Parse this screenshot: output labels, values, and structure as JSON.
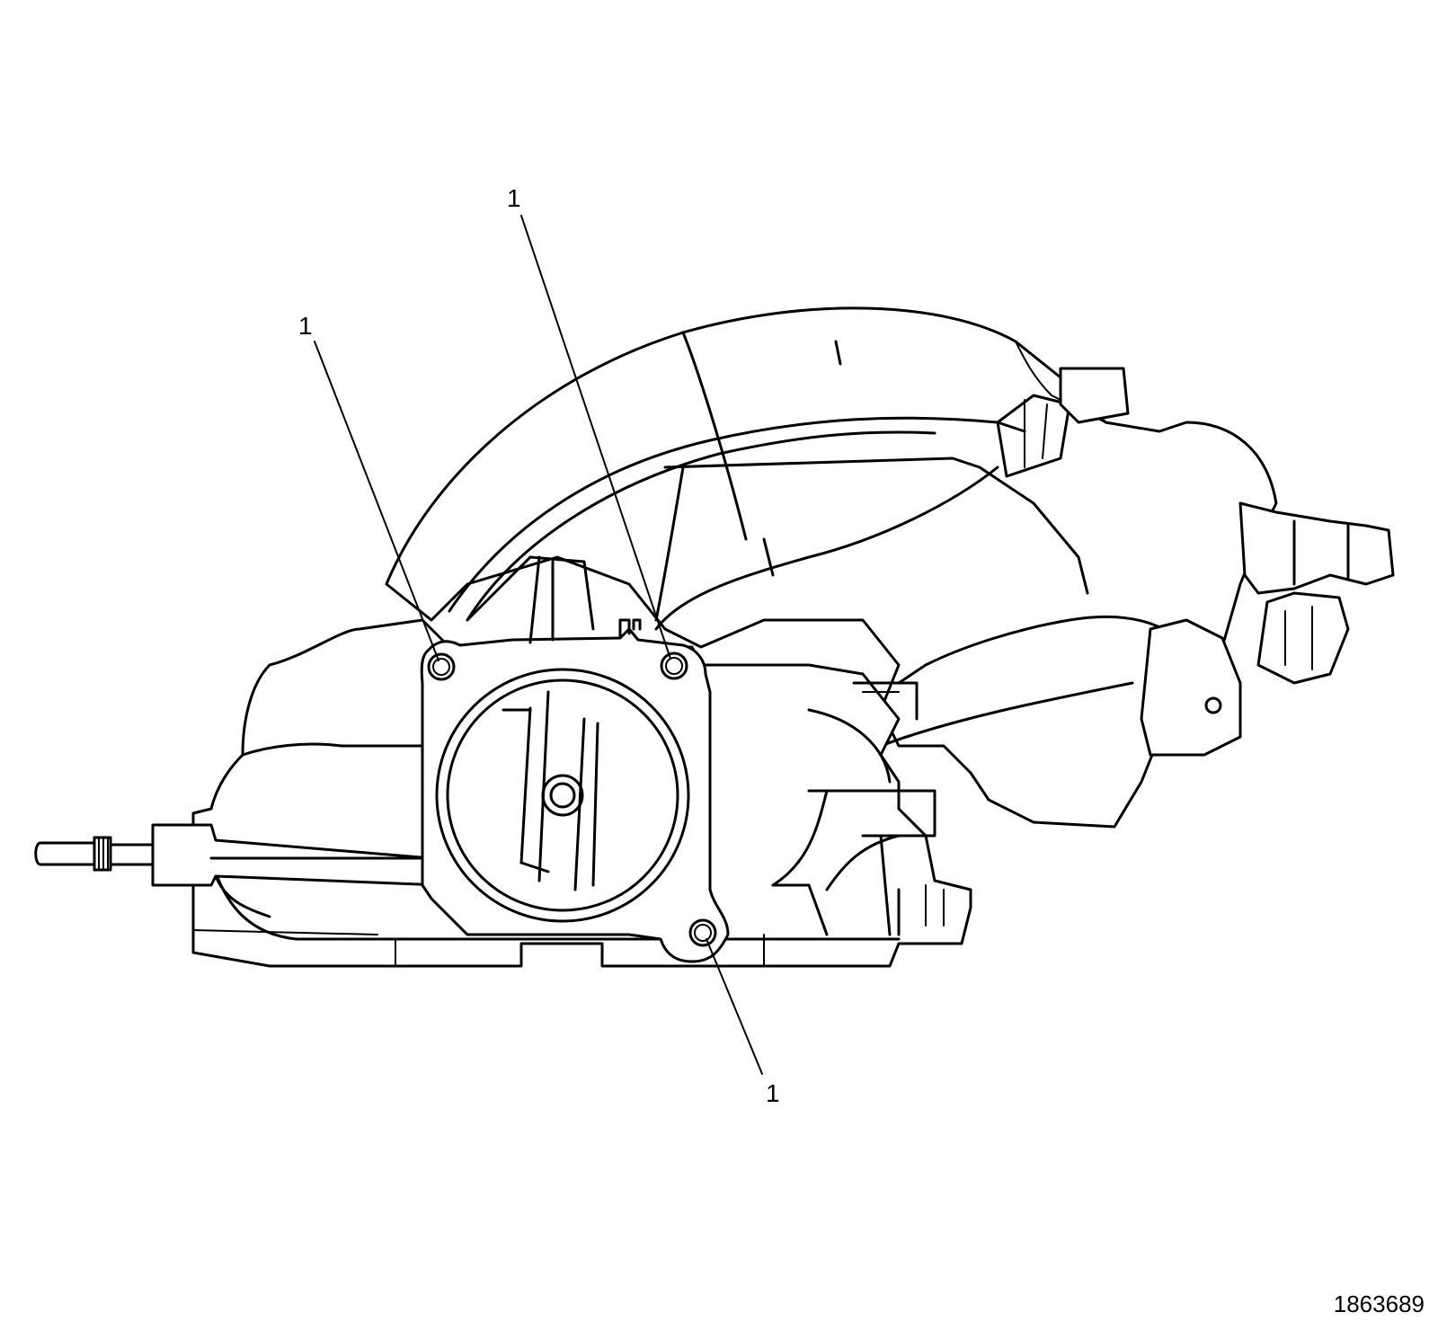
{
  "callouts": [
    {
      "label": "1"
    },
    {
      "label": "1"
    },
    {
      "label": "1"
    }
  ],
  "figure_id": "1863689",
  "colors": {
    "line": "#000000",
    "background": "#ffffff"
  }
}
